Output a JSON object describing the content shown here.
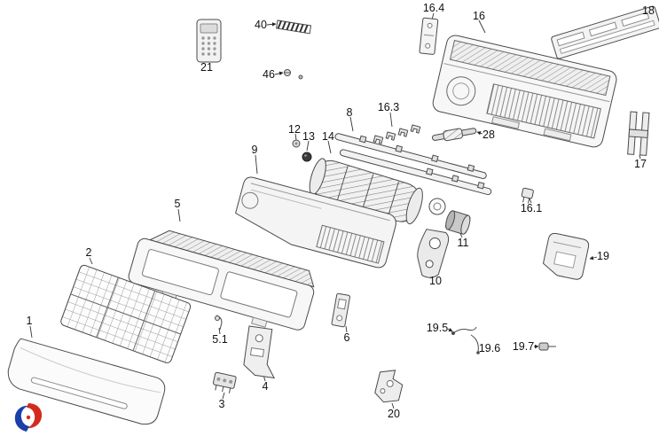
{
  "diagram": {
    "type": "exploded-parts-diagram",
    "subject": "split air conditioner indoor unit parts diagram",
    "labels": {
      "l1": "1",
      "l2": "2",
      "l3": "3",
      "l4": "4",
      "l5": "5",
      "l5_1": "5.1",
      "l6": "6",
      "l8": "8",
      "l9": "9",
      "l10": "10",
      "l11": "11",
      "l12": "12",
      "l13": "13",
      "l14": "14",
      "l16": "16",
      "l16_1": "16.1",
      "l16_3": "16.3",
      "l16_4": "16.4",
      "l17": "17",
      "l18": "18",
      "l19": "19",
      "l19_5": "19.5",
      "l19_6": "19.6",
      "l19_7": "19.7",
      "l20": "20",
      "l21": "21",
      "l28": "28",
      "l40": "40",
      "l46": "46"
    },
    "colors": {
      "line": "#4a4a4a",
      "label_text": "#111111",
      "logo_red": "#d42a1e",
      "logo_blue": "#1a3faa"
    }
  }
}
